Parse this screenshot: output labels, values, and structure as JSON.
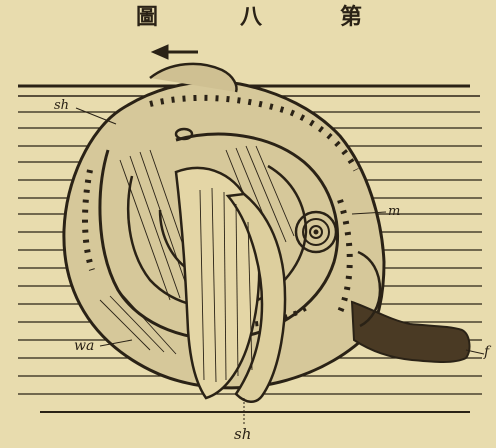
{
  "caption": {
    "char_1": "圖",
    "char_2": "八",
    "char_3": "第"
  },
  "labels": {
    "sh_top": "sh",
    "m": "m",
    "wa": "wa",
    "f": "f",
    "sh_bottom": "sh"
  },
  "colors": {
    "paper": "#e8dcae",
    "ink": "#2a2216"
  },
  "icons": {
    "direction_arrow": "left-arrow-icon"
  }
}
